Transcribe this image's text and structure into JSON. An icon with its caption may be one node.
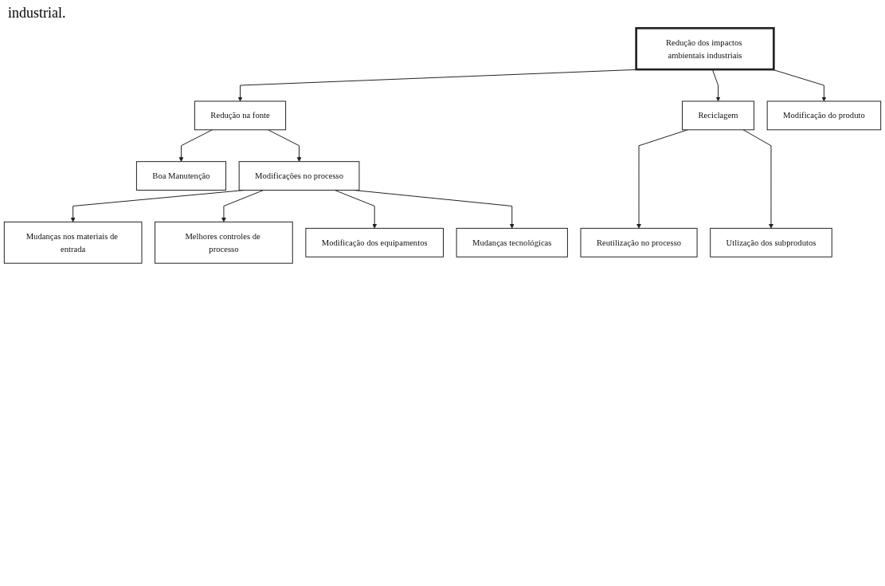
{
  "diagram": {
    "nodes": [
      {
        "text": [
          "Redução dos impactos ambientais industriais"
        ]
      },
      {
        "text": [
          "Redução na fonte"
        ]
      },
      {
        "text": [
          "Reciclagem"
        ]
      },
      {
        "text": [
          "Modificação do produto"
        ]
      },
      {
        "text": [
          "Boa Manutenção"
        ]
      },
      {
        "text": [
          "Modificações no processo"
        ]
      },
      {
        "text": [
          "Reutilização no processo"
        ]
      },
      {
        "text": [
          "Utlização dos subprodutos"
        ]
      },
      {
        "text": [
          "Mudanças nos materiais de entrada"
        ]
      },
      {
        "text": [
          "Melhores controles de processo"
        ]
      },
      {
        "text": [
          "Modificação dos equipamentos"
        ]
      },
      {
        "text": [
          "Mudanças tecnológicas"
        ]
      }
    ],
    "edges": [
      {
        "from": 0,
        "to": 1,
        "arrow": "to"
      },
      {
        "from": 0,
        "to": 2,
        "arrow": "to"
      },
      {
        "from": 0,
        "to": 3,
        "arrow": "to"
      },
      {
        "from": 1,
        "to": 4,
        "arrow": "to"
      },
      {
        "from": 1,
        "to": 5,
        "arrow": "to"
      },
      {
        "from": 2,
        "to": 6,
        "arrow": "to"
      },
      {
        "from": 2,
        "to": 7,
        "arrow": "to"
      },
      {
        "from": 5,
        "to": 8,
        "arrow": "to"
      },
      {
        "from": 5,
        "to": 9,
        "arrow": "to"
      },
      {
        "from": 5,
        "to": 10,
        "arrow": "to"
      },
      {
        "from": 5,
        "to": 11,
        "arrow": "to"
      }
    ],
    "labels": [
      "industrial."
    ]
  }
}
